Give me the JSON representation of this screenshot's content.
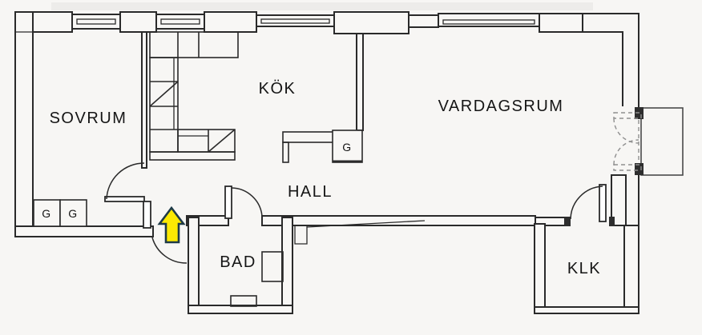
{
  "floorplan": {
    "rooms": {
      "sovrum": "SOVRUM",
      "kok": "KÖK",
      "vardagsrum": "VARDAGSRUM",
      "hall": "HALL",
      "bad": "BAD",
      "klk": "KLK"
    },
    "wardrobes": {
      "g1": "G",
      "g2": "G",
      "g3": "G"
    },
    "entrance_arrow_direction": "up",
    "colors": {
      "background": "#f7f6f4",
      "wall_line": "#2a2a2a",
      "arrow_fill": "#fbe903",
      "arrow_border": "#1e3a47",
      "dashed_door": "#8f8f8f"
    }
  }
}
